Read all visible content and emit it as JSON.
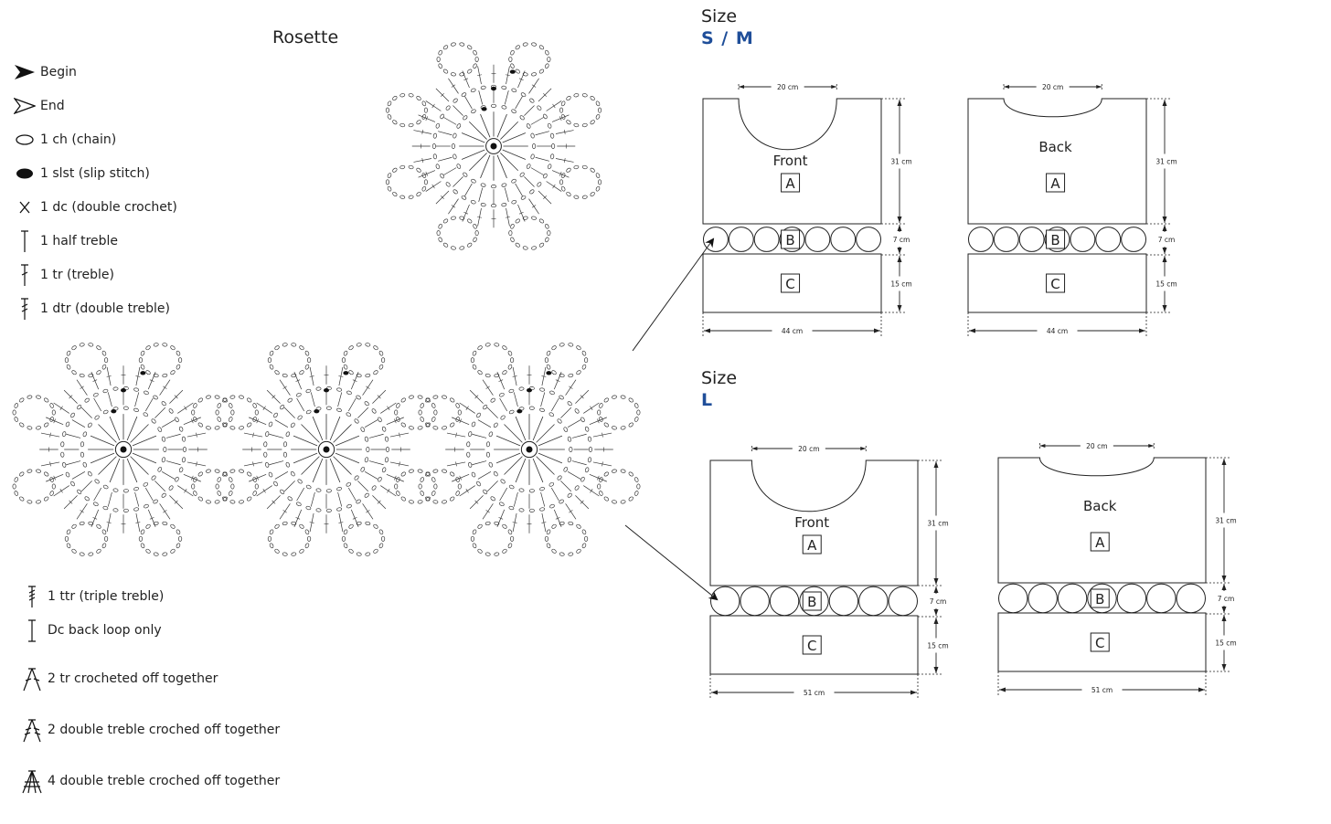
{
  "rosette": {
    "title": "Rosette"
  },
  "legend": {
    "begin": "Begin",
    "end": "End",
    "ch": "1 ch (chain)",
    "slst": "1 slst (slip stitch)",
    "dc": "1 dc (double crochet)",
    "htr": "1 half treble",
    "tr": "1 tr (treble)",
    "dtr": "1 dtr (double treble)",
    "ttr": "1 ttr (triple treble)",
    "dc_back": "Dc back loop only",
    "tr2tog": "2 tr crocheted off together",
    "dtr2tog": "2 double treble croched off together",
    "dtr4tog": "4 double treble croched off together"
  },
  "sizes": [
    {
      "label": "Size",
      "value": "S / M",
      "front_label": "Front",
      "back_label": "Back",
      "part_a": "A",
      "part_b": "B",
      "part_c": "C",
      "neck_width": "20 cm",
      "height_a": "31 cm",
      "height_b": "7 cm",
      "height_c": "15 cm",
      "width": "44 cm"
    },
    {
      "label": "Size",
      "value": "L",
      "front_label": "Front",
      "back_label": "Back",
      "part_a": "A",
      "part_b": "B",
      "part_c": "C",
      "neck_width": "20 cm",
      "height_a": "31 cm",
      "height_b": "7 cm",
      "height_c": "15 cm",
      "width": "51 cm"
    }
  ]
}
